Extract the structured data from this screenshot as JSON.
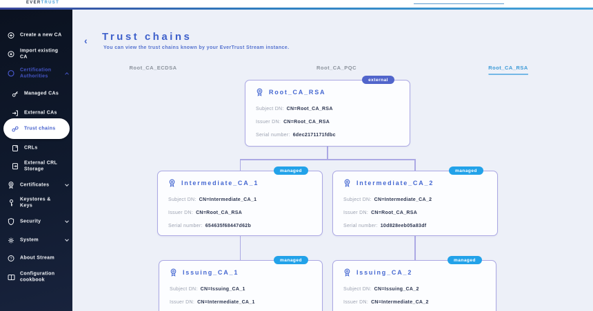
{
  "header": {
    "logo_prefix": "EVER",
    "logo_suffix": "TRUST"
  },
  "sidebar": {
    "items": [
      {
        "label": "Create a new CA",
        "icon": "circle-plus-icon"
      },
      {
        "label": "Import existing CA",
        "icon": "circle-import-icon"
      },
      {
        "label": "Certification Authorities",
        "icon": "circle-outline-icon",
        "chevron": "up"
      },
      {
        "label": "Managed CAs",
        "icon": "key-icon"
      },
      {
        "label": "External CAs",
        "icon": "external-arrow-icon"
      },
      {
        "label": "Trust chains",
        "icon": "chain-icon",
        "active": true
      },
      {
        "label": "CRLs",
        "icon": "document-x-icon"
      },
      {
        "label": "External CRL Storage",
        "icon": "document-export-icon"
      },
      {
        "label": "Certificates",
        "icon": "certificate-icon",
        "chevron": "down"
      },
      {
        "label": "Keystores & Keys",
        "icon": "keystore-icon"
      },
      {
        "label": "Security",
        "icon": "shield-icon",
        "chevron": "down"
      },
      {
        "label": "System",
        "icon": "gear-icon",
        "chevron": "down"
      },
      {
        "label": "About Stream",
        "icon": "question-circle-icon"
      },
      {
        "label": "Configuration cookbook",
        "icon": "book-icon"
      }
    ]
  },
  "page": {
    "back_icon": "‹",
    "title": "Trust chains",
    "subtitle": "You can view the trust chains known by your EverTrust Stream instance.",
    "tabs": [
      {
        "label": "Root_CA_ECDSA",
        "active": false
      },
      {
        "label": "Root_CA_PQC",
        "active": false
      },
      {
        "label": "Root_CA_RSA",
        "active": true
      }
    ]
  },
  "labels": {
    "subject_dn": "Subject DN:",
    "issuer_dn": "Issuer DN:",
    "serial": "Serial number:"
  },
  "tree": {
    "cards": [
      {
        "name": "Root_CA_RSA",
        "badge": "external",
        "subject": "CN=Root_CA_RSA",
        "issuer": "CN=Root_CA_RSA",
        "serial": "6dec2171171fdbc"
      },
      {
        "name": "Intermediate_CA_1",
        "badge": "managed",
        "subject": "CN=Intermediate_CA_1",
        "issuer": "CN=Root_CA_RSA",
        "serial": "654635f68447d62b"
      },
      {
        "name": "Intermediate_CA_2",
        "badge": "managed",
        "subject": "CN=Intermediate_CA_2",
        "issuer": "CN=Root_CA_RSA",
        "serial": "10d828eeb05a83df"
      },
      {
        "name": "Issuing_CA_1",
        "badge": "managed",
        "subject": "CN=Issuing_CA_1",
        "issuer": "CN=Intermediate_CA_1"
      },
      {
        "name": "Issuing_CA_2",
        "badge": "managed",
        "subject": "CN=Issuing_CA_2",
        "issuer": "CN=Intermediate_CA_2"
      }
    ]
  },
  "colors": {
    "accent_blue": "#3e60cb",
    "badge_external": "#5165cb",
    "badge_managed": "#22a2e9",
    "card_border": "#aaa7e3",
    "tab_active": "#3d9ad7",
    "sidebar_bg": "#0f182b",
    "main_bg": "#edf0f8"
  }
}
